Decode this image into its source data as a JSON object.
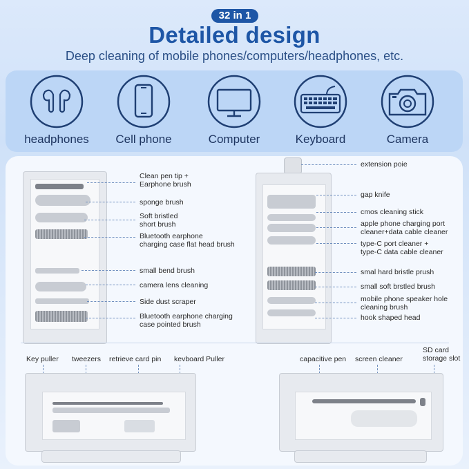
{
  "header": {
    "badge": "32 in 1",
    "title": "Detailed design",
    "subtitle": "Deep cleaning of mobile phones/computers/headphones, etc."
  },
  "devices": [
    {
      "label": "headphones",
      "icon": "headphones-icon"
    },
    {
      "label": "Cell phone",
      "icon": "cell-phone-icon"
    },
    {
      "label": "Computer",
      "icon": "computer-icon"
    },
    {
      "label": "Keyboard",
      "icon": "keyboard-icon"
    },
    {
      "label": "Camera",
      "icon": "camera-icon"
    }
  ],
  "left_case_labels": [
    {
      "line1": "Clean pen tip +",
      "line2": "Earphone brush"
    },
    {
      "line1": "sponge brush",
      "line2": ""
    },
    {
      "line1": "Soft bristled",
      "line2": "short brush"
    },
    {
      "line1": "Bluetooth earphone",
      "line2": "charging case flat head brush"
    },
    {
      "line1": "small bend brush",
      "line2": ""
    },
    {
      "line1": "camera lens cleaning",
      "line2": ""
    },
    {
      "line1": "Side dust scraper",
      "line2": ""
    },
    {
      "line1": "Bluetooth earphone charging",
      "line2": "case pointed brush"
    }
  ],
  "right_case_labels": [
    {
      "line1": "extension poie",
      "line2": ""
    },
    {
      "line1": "gap knife",
      "line2": ""
    },
    {
      "line1": "cmos cleaning stick",
      "line2": ""
    },
    {
      "line1": "apple phone charging port",
      "line2": "cleaner+data cable cleaner"
    },
    {
      "line1": "type-C port cleaner +",
      "line2": "type-C data cable cleaner"
    },
    {
      "line1": "smal hard bristle prush",
      "line2": ""
    },
    {
      "line1": "small soft brstled brush",
      "line2": ""
    },
    {
      "line1": "mobile phone speaker hole",
      "line2": "cleaning brush"
    },
    {
      "line1": "hook shaped head",
      "line2": ""
    }
  ],
  "bottom_left_labels": {
    "key_puller": "Key puller",
    "tweezers": "tweezers",
    "retrieve_card_pin": "retrieve card pin",
    "keyboard_puller": "kevboard Puller"
  },
  "bottom_right_labels": {
    "capacitive_pen": "capacitive pen",
    "screen_cleaner": "screen cleaner",
    "sd_line1": "SD card",
    "sd_line2": "storage slot"
  },
  "colors": {
    "accent": "#1e56a6",
    "icon_stroke": "#1f3f73",
    "leader": "#6f8fbf"
  }
}
